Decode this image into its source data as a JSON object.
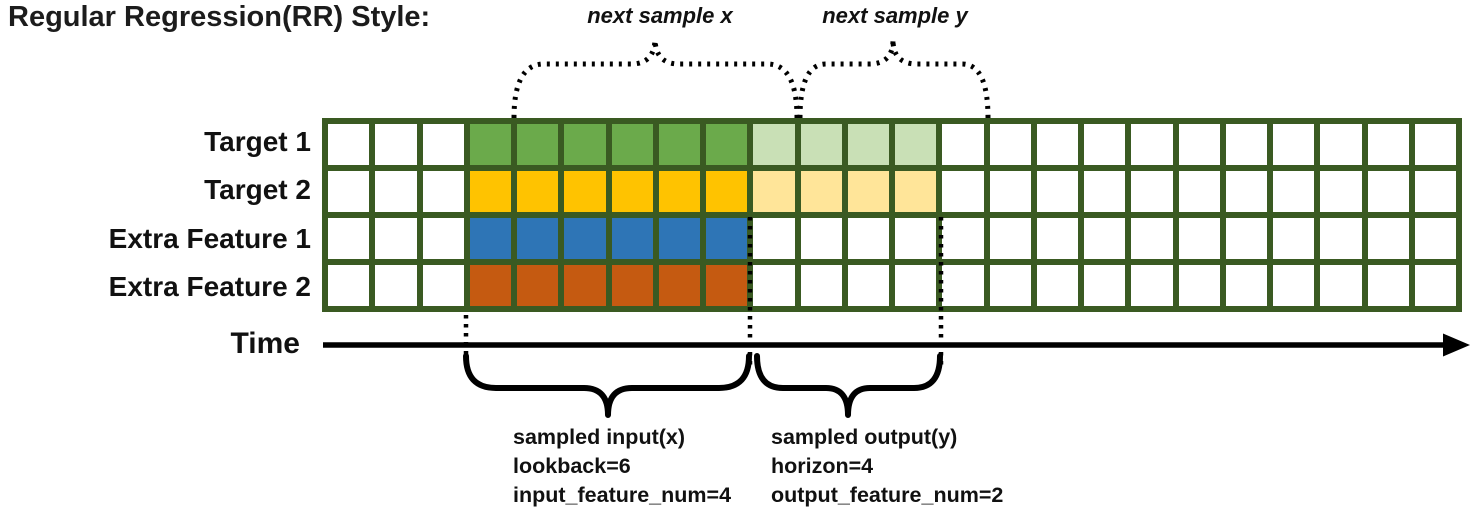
{
  "title": "Regular Regression(RR) Style:",
  "annotations": {
    "next_sample_x": "next sample x",
    "next_sample_y": "next sample y",
    "time_label": "Time"
  },
  "palette": {
    "grid_border": "#3A5A22",
    "cell_blank": "#FFFFFF",
    "target1_solid": "#6BAA4B",
    "target1_light": "#C9E0B6",
    "target2_solid": "#FFC300",
    "target2_light": "#FFE599",
    "extra_feature1_solid": "#2E75B6",
    "extra_feature2_solid": "#C55A11",
    "line_black": "#000000"
  },
  "grid": {
    "columns": 24,
    "rows": [
      {
        "label": "Target 1",
        "solid_color": "#6BAA4B",
        "light_color": "#C9E0B6",
        "solid_range": [
          3,
          8
        ],
        "light_range": [
          9,
          12
        ]
      },
      {
        "label": "Target 2",
        "solid_color": "#FFC300",
        "light_color": "#FFE599",
        "solid_range": [
          3,
          8
        ],
        "light_range": [
          9,
          12
        ]
      },
      {
        "label": "Extra Feature 1",
        "solid_color": "#2E75B6",
        "light_color": null,
        "solid_range": [
          3,
          8
        ],
        "light_range": null
      },
      {
        "label": "Extra Feature 2",
        "solid_color": "#C55A11",
        "light_color": null,
        "solid_range": [
          3,
          8
        ],
        "light_range": null
      }
    ]
  },
  "sample_info": {
    "input": {
      "line1": "sampled input(x)",
      "line2": "lookback=6",
      "line3": "input_feature_num=4"
    },
    "output": {
      "line1": "sampled output(y)",
      "line2": "horizon=4",
      "line3": "output_feature_num=2"
    }
  }
}
